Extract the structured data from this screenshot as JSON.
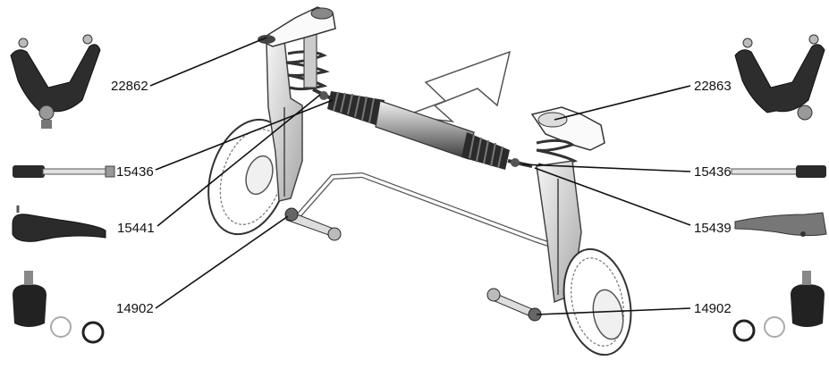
{
  "labels": {
    "upper_arm_left": "22862",
    "upper_arm_right": "22863",
    "tie_rod_inner_left": "15436",
    "tie_rod_inner_right": "15436",
    "tie_rod_end_left": "15441",
    "tie_rod_end_right": "15439",
    "stab_link_left": "14902",
    "stab_link_right": "14902"
  },
  "colors": {
    "line": "#111111",
    "part_dark": "#2a2a2a",
    "part_mid": "#8a8a8a",
    "part_light": "#e6e6e6",
    "background": "#ffffff"
  }
}
